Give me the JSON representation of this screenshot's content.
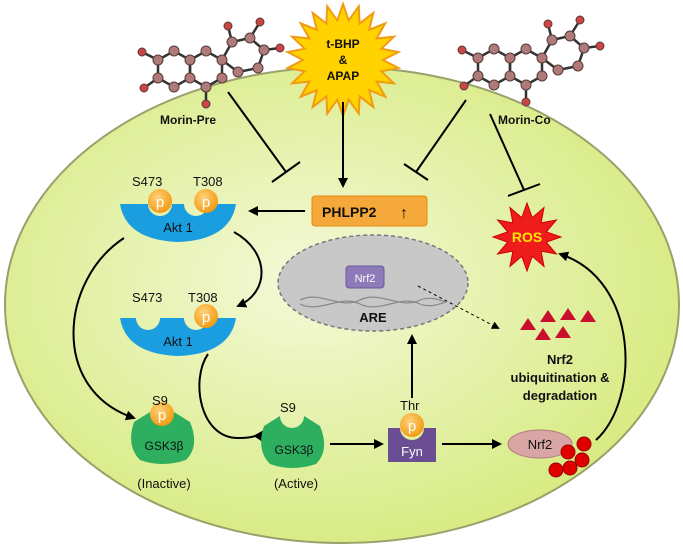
{
  "stress": {
    "line1": "t-BHP",
    "line2": "&",
    "line3": "APAP"
  },
  "morin_pre": "Morin-Pre",
  "morin_co": "Morin-Co",
  "phlpp2": "PHLPP2",
  "phlpp2_arrow": "↑",
  "ros": "ROS",
  "nucleus": {
    "nrf2": "Nrf2",
    "are": "ARE"
  },
  "akt_active": {
    "site1": "S473",
    "site2": "T308",
    "label": "Akt 1",
    "phospho1": "p",
    "phospho2": "p"
  },
  "akt_partial": {
    "site1": "S473",
    "site2": "T308",
    "label": "Akt 1",
    "phospho2": "p"
  },
  "gsk_inactive": {
    "site": "S9",
    "phospho": "p",
    "label": "GSK3β",
    "state": "(Inactive)"
  },
  "gsk_active": {
    "site": "S9",
    "label": "GSK3β",
    "state": "(Active)"
  },
  "fyn": {
    "site": "Thr",
    "phospho": "p",
    "label": "Fyn"
  },
  "nrf2_cytoplasm": "Nrf2",
  "degradation": {
    "line1": "Nrf2",
    "line2": "ubiquitination &",
    "line3": "degradation"
  },
  "colors": {
    "cell_fill": "#e9f3b4",
    "akt": "#1a9ee0",
    "gsk": "#2eae5f",
    "fyn": "#6a4d92",
    "phospho": "#f5a623",
    "phlpp2": "#f5a93a",
    "ros": "#ee1c1c",
    "nrf2_box": "#8c7bb8",
    "nrf2_pill": "#d9a5a5",
    "ubiquitin": "#e00000",
    "nucleus": "#c8c8c8"
  }
}
